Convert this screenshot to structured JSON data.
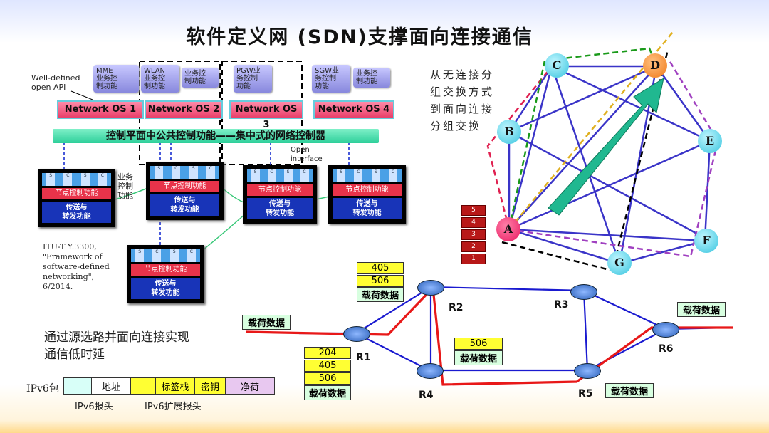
{
  "title": "软件定义网 (SDN)支撑面向连接通信",
  "left": {
    "api_label": [
      "Well-defined",
      "open API"
    ],
    "services": [
      {
        "l1": "MME",
        "l2": "业务控",
        "l3": "制功能"
      },
      {
        "l1": "WLAN",
        "l2": "业务控",
        "l3": "制功能"
      },
      {
        "l1": "业务控",
        "l2": "制功能",
        "l3": ""
      },
      {
        "l1": "PGW业",
        "l2": "务控制",
        "l3": "功能"
      },
      {
        "l1": "SGW业",
        "l2": "务控制",
        "l3": "功能"
      },
      {
        "l1": "业务控",
        "l2": "制功能",
        "l3": ""
      }
    ],
    "network_os": [
      "Network OS 1",
      "Network OS 2",
      "Network OS 3",
      "Network OS 4"
    ],
    "control_bar": "控制平面中公共控制功能——集中式的网络控制器",
    "open_interface": [
      "Open",
      "interface"
    ],
    "biz_ctrl": [
      "业务",
      "控制",
      "功能"
    ],
    "node_ctl": "节点控制功能",
    "node_fwd": [
      "传送与",
      "转发功能"
    ],
    "node_top": [
      "S",
      "C",
      "S",
      "C"
    ],
    "itu": [
      "ITU-T Y.3300,",
      "\"Framework of",
      "software-defined",
      "networking\",",
      "6/2014."
    ]
  },
  "graph": {
    "caption": [
      "从无连接分",
      "组交换方式",
      "到面向连接",
      "分组交换"
    ],
    "nodes": [
      "A",
      "B",
      "C",
      "D",
      "E",
      "F",
      "G"
    ],
    "stack": [
      "5",
      "4",
      "3",
      "2",
      "1"
    ]
  },
  "routing": {
    "caption": [
      "通过源选路并面向连接实现",
      "通信低时延"
    ],
    "routers": [
      "R1",
      "R2",
      "R3",
      "R4",
      "R5",
      "R6"
    ],
    "payload": "载荷数据",
    "r2_labels": [
      "405",
      "506"
    ],
    "r1_labels": [
      "204",
      "405",
      "506"
    ],
    "r4r5_label": "506"
  },
  "ipv6": {
    "prefix": "IPv6包",
    "fields": [
      "",
      "地址",
      "",
      "标签栈",
      "密钥",
      "净荷"
    ],
    "header": "IPv6报头",
    "ext_header": "IPv6扩展报头"
  }
}
